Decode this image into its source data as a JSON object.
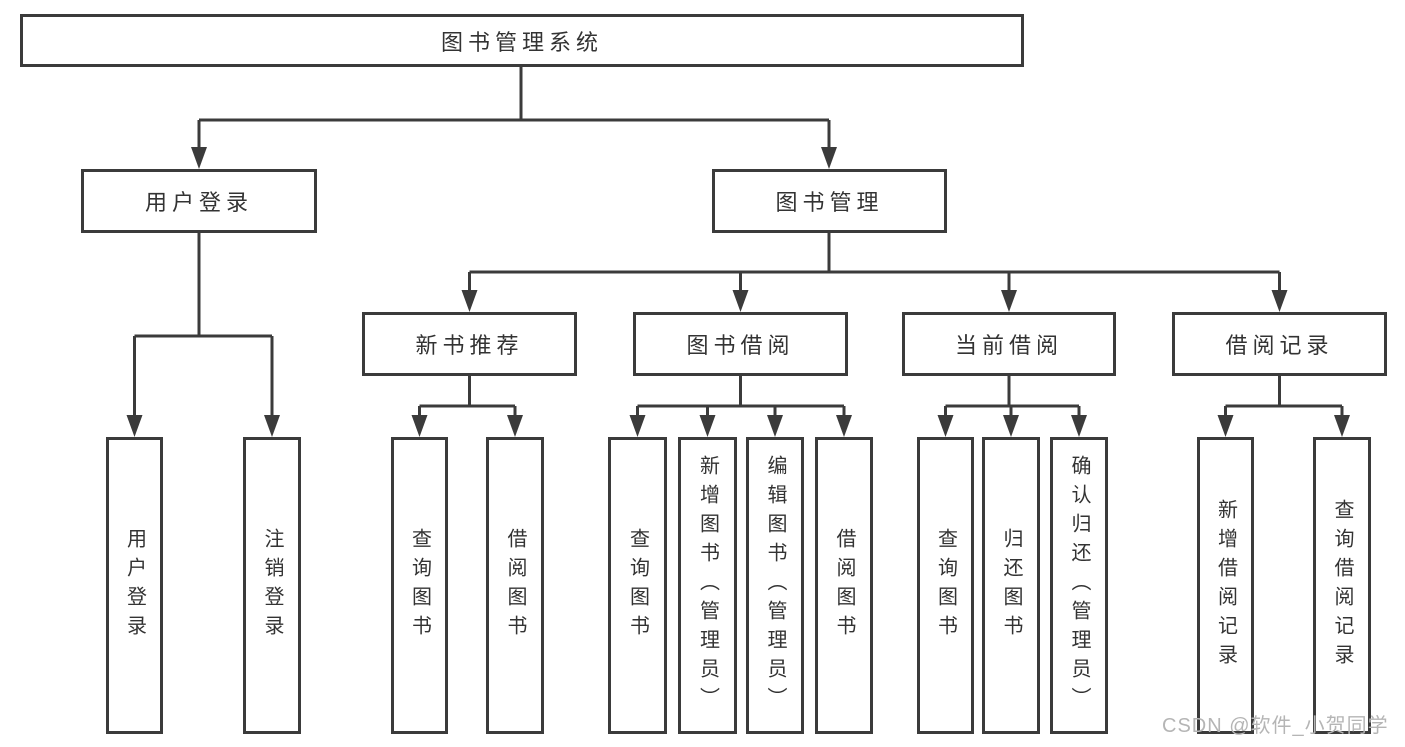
{
  "colors": {
    "line": "#3b3b3b",
    "box_border": "#3b3b3b",
    "box_background": "#ffffff",
    "text": "#333333",
    "watermark_text": "#b5b5b5",
    "page_background": "#ffffff"
  },
  "tree": {
    "root": {
      "label": "图书管理系统"
    },
    "children": [
      {
        "label": "用户登录",
        "children": [
          {
            "label": "用户登录"
          },
          {
            "label": "注销登录"
          }
        ]
      },
      {
        "label": "图书管理",
        "children": [
          {
            "label": "新书推荐",
            "children": [
              {
                "label": "查询图书"
              },
              {
                "label": "借阅图书"
              }
            ]
          },
          {
            "label": "图书借阅",
            "children": [
              {
                "label": "查询图书"
              },
              {
                "label": "新增图书（管理员）"
              },
              {
                "label": "编辑图书（管理员）"
              },
              {
                "label": "借阅图书"
              }
            ]
          },
          {
            "label": "当前借阅",
            "children": [
              {
                "label": "查询图书"
              },
              {
                "label": "归还图书"
              },
              {
                "label": "确认归还（管理员）"
              }
            ]
          },
          {
            "label": "借阅记录",
            "children": [
              {
                "label": "新增借阅记录"
              },
              {
                "label": "查询借阅记录"
              }
            ]
          }
        ]
      }
    ]
  },
  "watermark": {
    "text": "CSDN @软件_小贺同学"
  }
}
